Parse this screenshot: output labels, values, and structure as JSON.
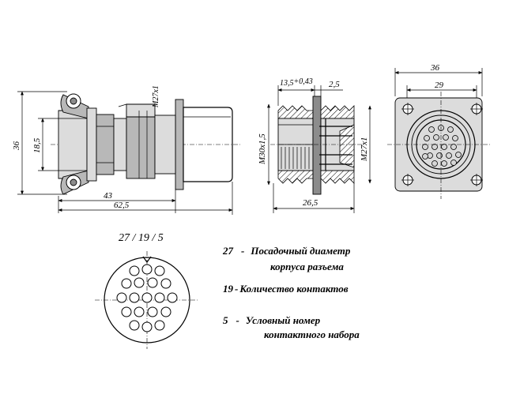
{
  "dimensions": {
    "side_height": "36",
    "side_inner_height": "18,5",
    "side_thread": "M27x1",
    "side_len_43": "43",
    "side_len_total": "62,5",
    "section_depth": "13,5",
    "section_tol": "+0,43",
    "section_flange": "2,5",
    "section_m30": "M30x1,5",
    "section_m27": "M27x1",
    "section_len": "26,5",
    "front_width": "36",
    "front_hole_spacing": "29"
  },
  "insert": {
    "code": "27 / 19 / 5"
  },
  "legend": [
    {
      "num": "27",
      "sep": "-",
      "line1": "Посадочный диаметр",
      "line2": "корпуса разъема"
    },
    {
      "num": "19",
      "sep": "-",
      "line1": "Количество контактов",
      "line2": ""
    },
    {
      "num": "5",
      "sep": "-",
      "line1": "Условный номер",
      "line2": "контактного набора"
    }
  ],
  "colors": {
    "line": "#000000",
    "fill_grey": "#b8b8b8",
    "fill_light": "#dcdcdc"
  }
}
